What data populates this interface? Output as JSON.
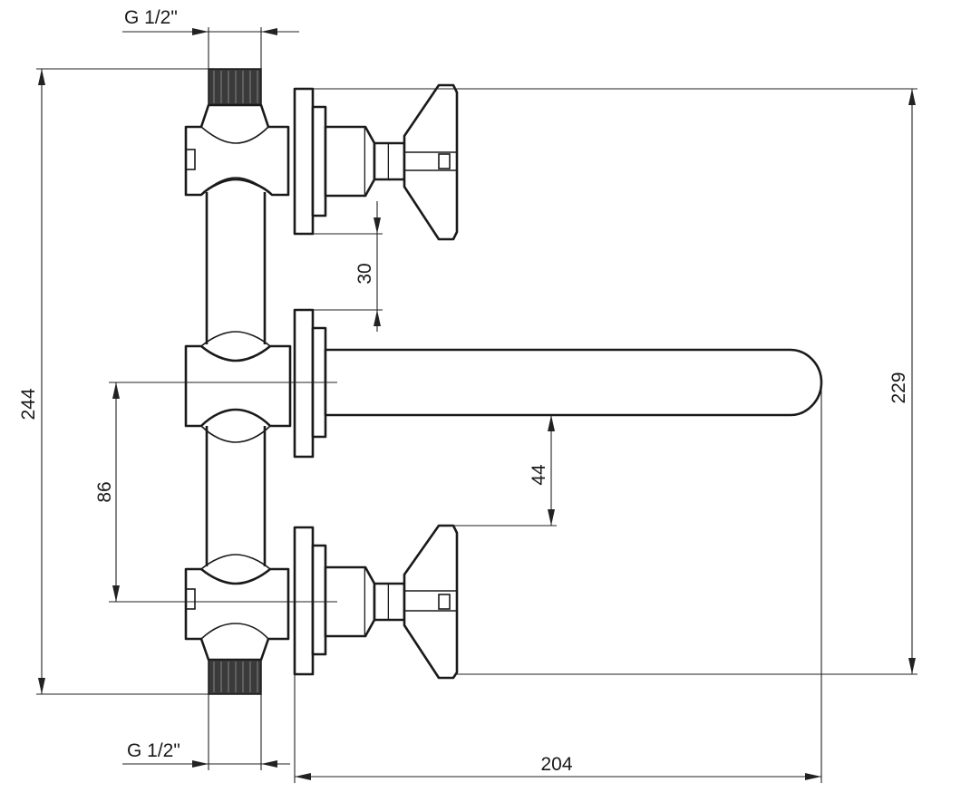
{
  "dimensions": {
    "thread_top": "G 1/2\"",
    "thread_bottom": "G 1/2\"",
    "overall_height": "244",
    "handle_span": "229",
    "valve_to_spout_gap": "30",
    "spout_axis_to_valve": "86",
    "spout_clearance": "44",
    "projection": "204"
  }
}
